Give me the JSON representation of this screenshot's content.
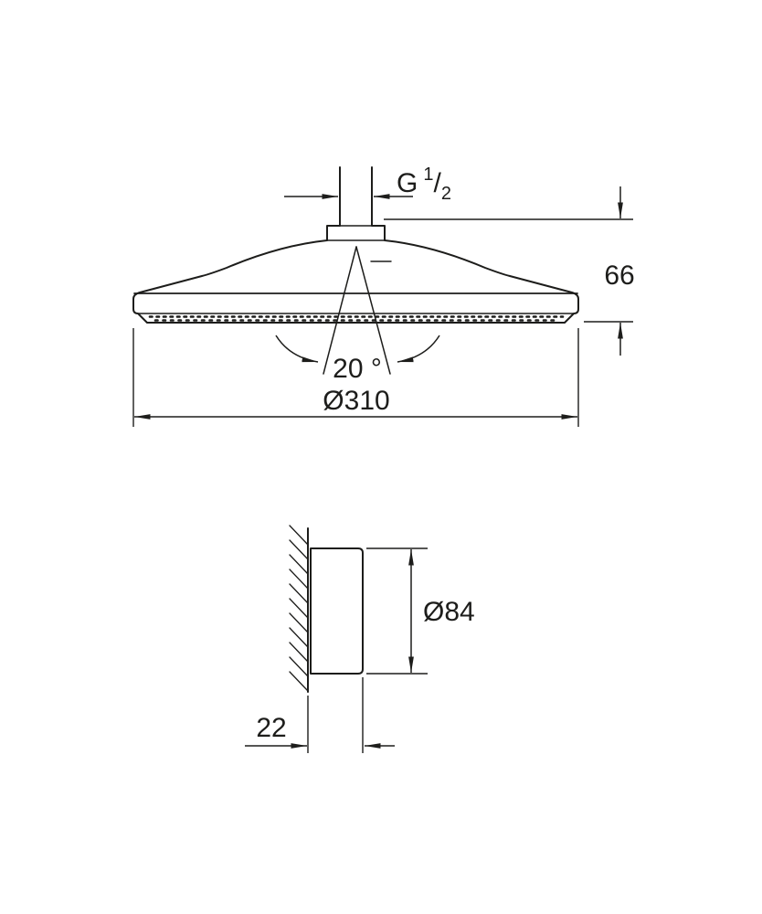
{
  "page": {
    "background": "#ffffff",
    "ink": "#1d1d1b"
  },
  "dimensions": {
    "thread_prefix": "G",
    "thread_numerator": "1",
    "thread_slash": "/",
    "thread_denominator": "2",
    "head_height": "66",
    "spray_angle": "20 °",
    "head_diameter": "Ø310",
    "escutcheon_diameter": "Ø84",
    "escutcheon_depth": "22"
  }
}
